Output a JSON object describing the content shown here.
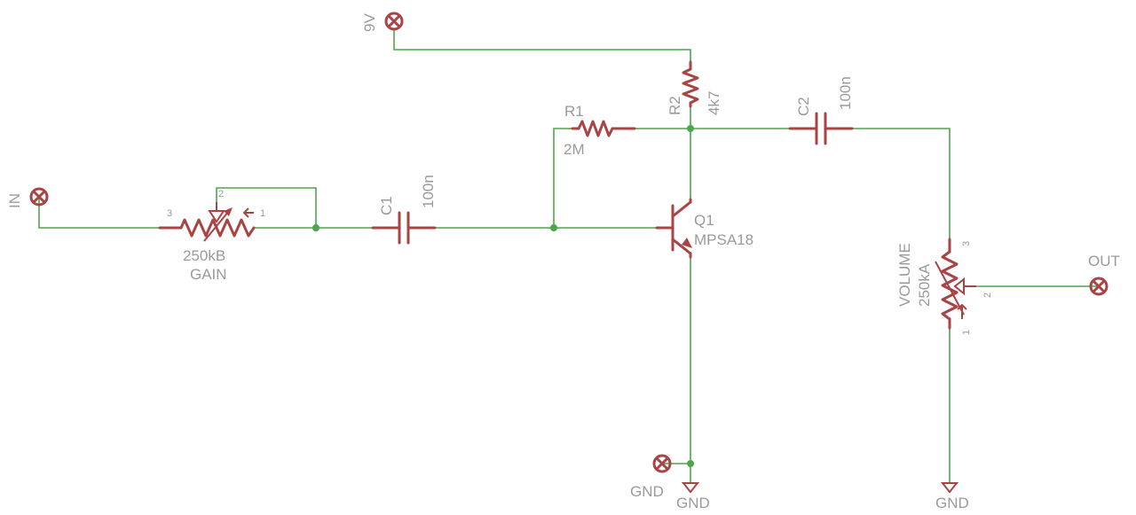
{
  "diagram": {
    "colors": {
      "wire": "#4ca64c",
      "component": "#a94444",
      "label": "#9a9a9a",
      "background": "#ffffff"
    },
    "connectors": {
      "in": "IN",
      "power": "9V",
      "out": "OUT",
      "ground": "GND"
    },
    "gain_pot": {
      "value": "250kB",
      "name": "GAIN",
      "pin1": "1",
      "pin2": "2",
      "pin3": "3"
    },
    "c1": {
      "name": "C1",
      "value": "100n"
    },
    "r1": {
      "name": "R1",
      "value": "2M"
    },
    "r2": {
      "name": "R2",
      "value": "4k7"
    },
    "c2": {
      "name": "C2",
      "value": "100n"
    },
    "q1": {
      "name": "Q1",
      "value": "MPSA18"
    },
    "volume_pot": {
      "name": "VOLUME",
      "value": "250kA",
      "pin1": "1",
      "pin2": "2",
      "pin3": "3"
    },
    "ground_labels": {
      "terminal": "GND",
      "transistor": "GND",
      "volume": "GND"
    }
  }
}
